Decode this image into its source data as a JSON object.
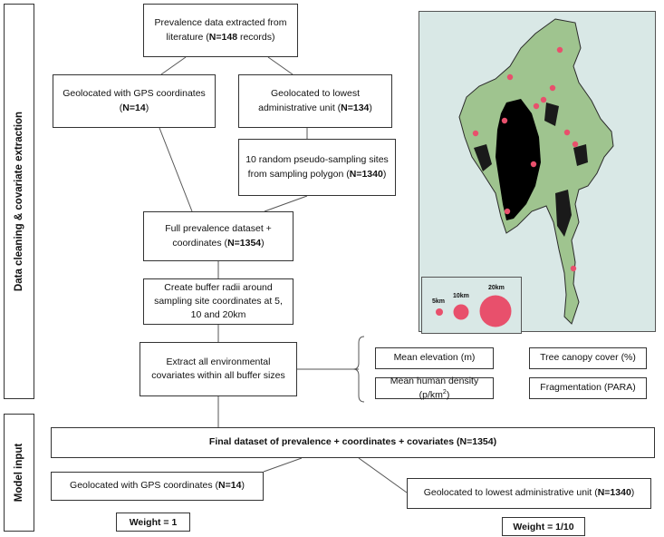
{
  "side_labels": {
    "top": "Data cleaning & covariate extraction",
    "bottom": "Model input"
  },
  "boxes": {
    "prevalence": {
      "pre": "Prevalence data extracted from literature (",
      "bold": "N=148",
      "post": " records)"
    },
    "gps": {
      "pre": "Geolocated with GPS coordinates (",
      "bold": "N=14",
      "post": ")"
    },
    "admin": {
      "pre": "Geolocated to lowest administrative unit (",
      "bold": "N=134",
      "post": ")"
    },
    "pseudo": {
      "pre": "10 random pseudo-sampling sites from sampling polygon (",
      "bold": "N=1340",
      "post": ")"
    },
    "full": {
      "pre": "Full prevalence dataset + coordinates (",
      "bold": "N=1354",
      "post": ")"
    },
    "buffer": {
      "text": "Create buffer radii around sampling site coordinates at 5, 10 and 20km"
    },
    "extract": {
      "text": "Extract all environmental covariates within all buffer sizes"
    },
    "final": {
      "text": "Final dataset of prevalence + coordinates + covariates (N=1354)"
    },
    "gps_model": {
      "pre": "Geolocated with GPS coordinates (",
      "bold": "N=14",
      "post": ")"
    },
    "admin_model": {
      "pre": "Geolocated to lowest administrative unit (",
      "bold": "N=1340",
      "post": ")"
    }
  },
  "covariates": {
    "elevation": "Mean elevation (m)",
    "canopy": "Tree canopy cover (%)",
    "density_pre": "Mean human density (p/km",
    "density_sup": "2",
    "density_post": ")",
    "fragmentation": "Fragmentation (PARA)"
  },
  "weights": {
    "gps": "Weight = 1",
    "admin": "Weight = 1/10"
  },
  "map_legend": {
    "small": "5km",
    "medium": "10km",
    "large": "20km"
  },
  "colors": {
    "land": "#9fc48f",
    "forest_dark": "#000000",
    "sea": "#d9e8e6",
    "marker": "#e8506c"
  }
}
